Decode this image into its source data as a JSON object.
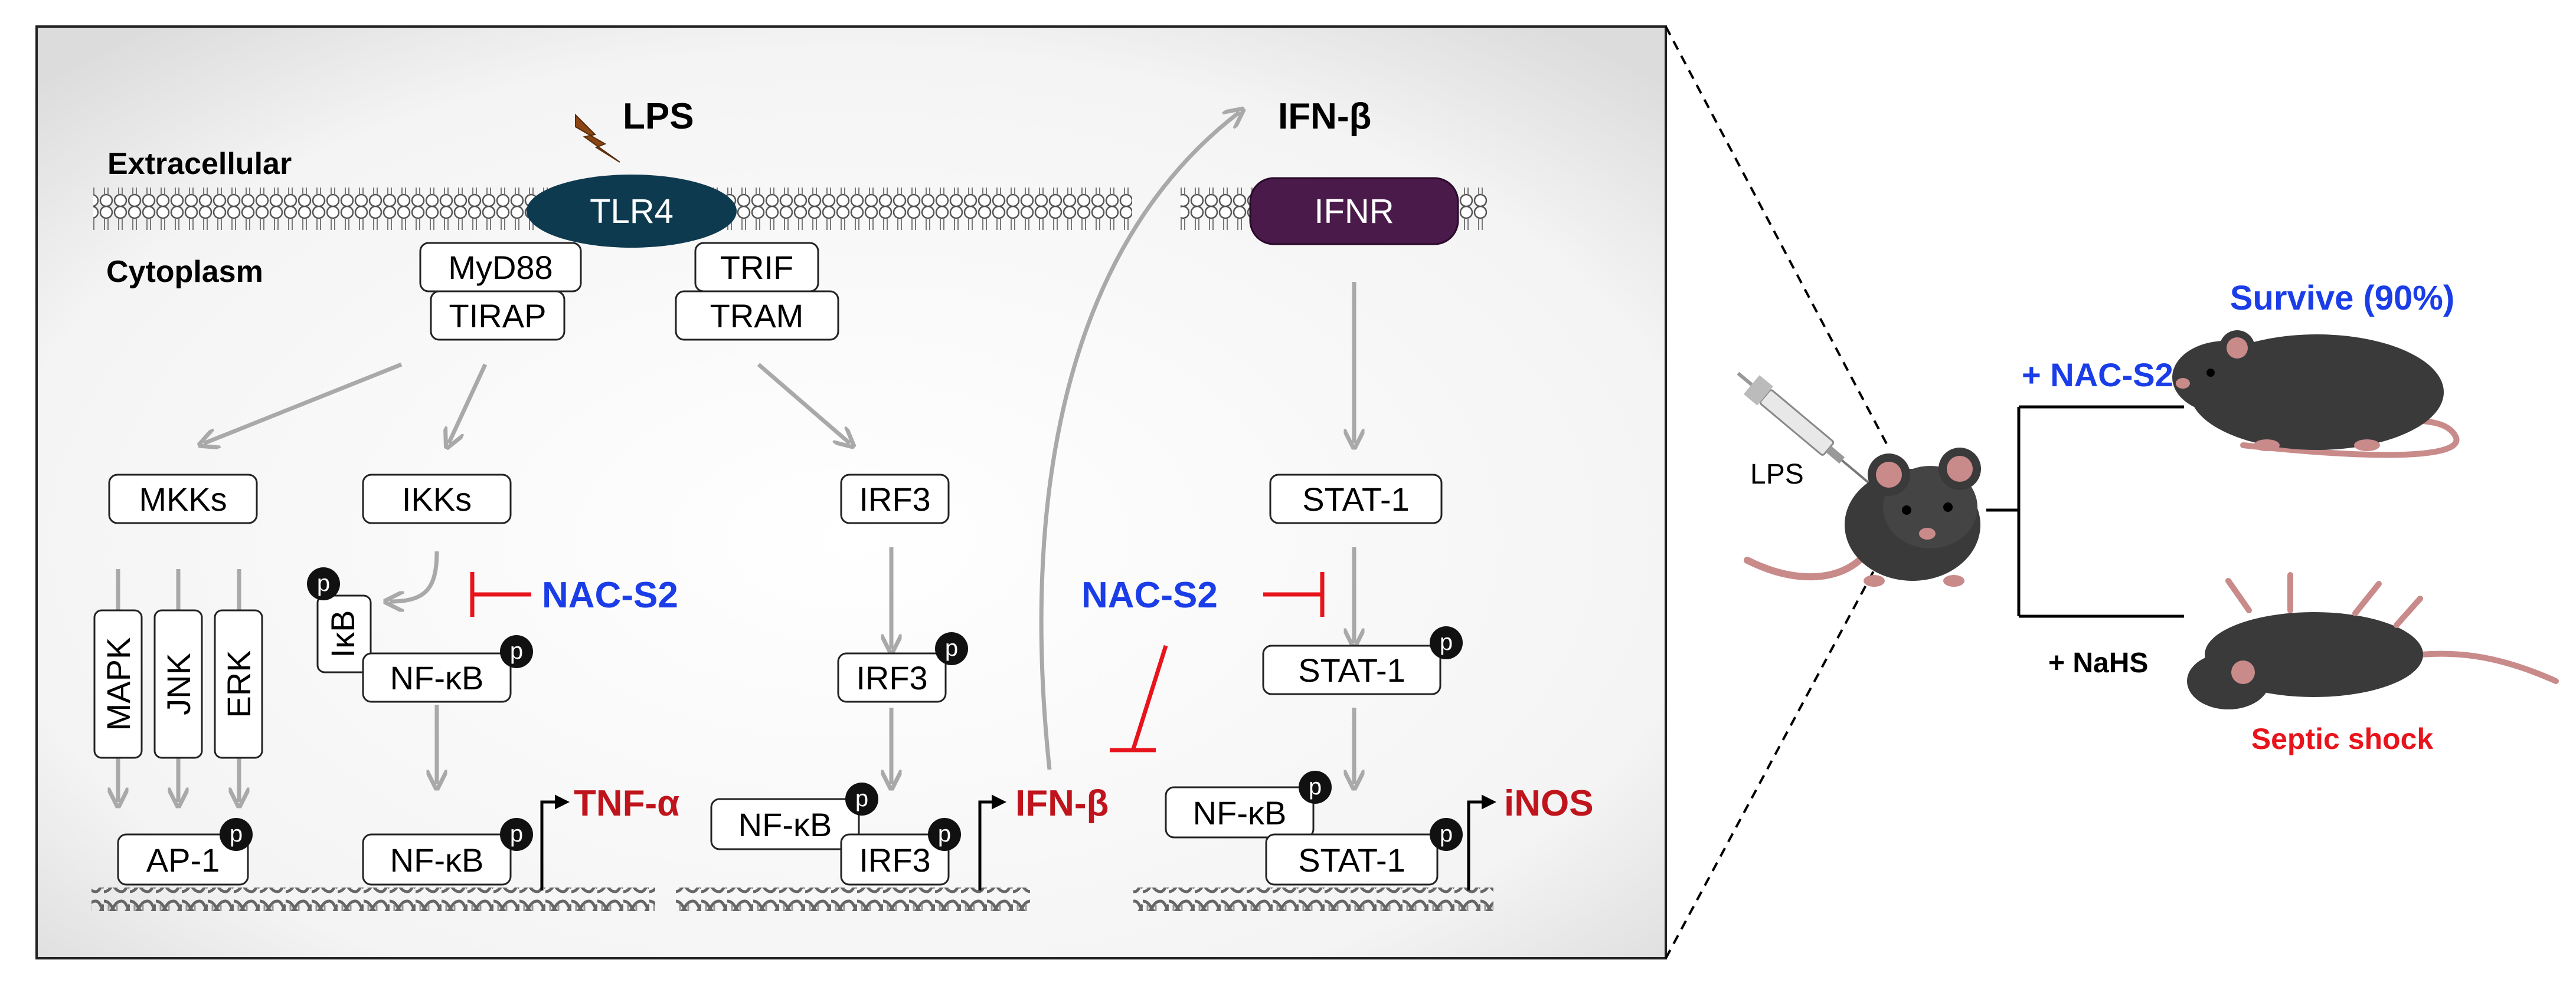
{
  "colors": {
    "arrow": "#a9a9a9",
    "inhibit": "#e8141c",
    "nac": "#1a3de8",
    "output_red": "#c0141c",
    "tlr4": "#0e3a4f",
    "ifnr": "#4a1a4a",
    "mouse_body": "#3a3a3a",
    "mouse_pink": "#c98a8a"
  },
  "labels": {
    "lps": "LPS",
    "extracellular": "Extracellular",
    "cytoplasm": "Cytoplasm",
    "ifnb_top": "IFN-β",
    "tlr4": "TLR4",
    "ifnr": "IFNR",
    "myd88": "MyD88",
    "tirap": "TIRAP",
    "trif": "TRIF",
    "tram": "TRAM",
    "mkks": "MKKs",
    "ikks": "IKKs",
    "irf3": "IRF3",
    "stat1": "STAT-1",
    "nac_s2": "NAC-S2",
    "ikb": "IκB",
    "nfkb": "NF-κB",
    "mapk": "MAPK",
    "jnk": "JNK",
    "erk": "ERK",
    "ap1": "AP-1",
    "tnfa": "TNF-α",
    "ifnb_out": "IFN-β",
    "inos": "iNOS",
    "p": "p",
    "lps_mouse": "LPS",
    "plus_nac": "+ NAC-S2",
    "plus_nahs": "+ NaHS",
    "survive": "Survive (90%)",
    "septic": "Septic shock"
  }
}
